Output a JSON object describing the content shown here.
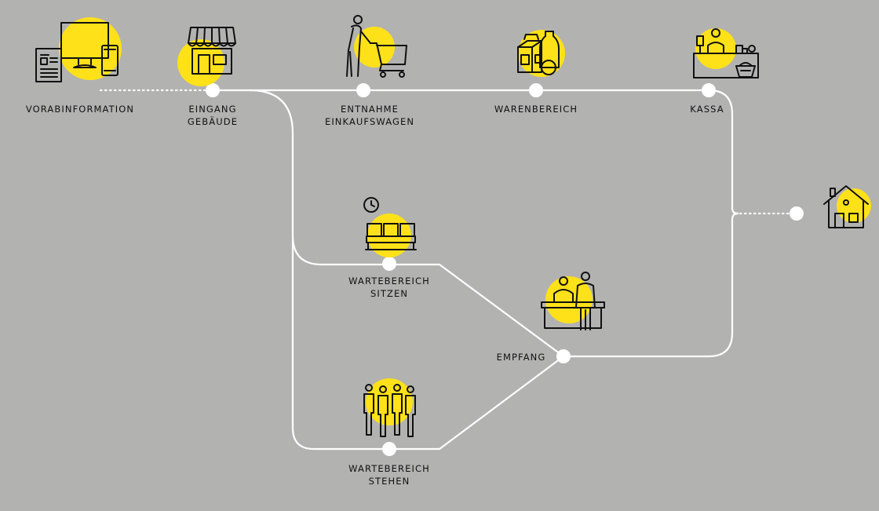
{
  "colors": {
    "background": "#b2b2b1",
    "path": "#ffffff",
    "accent": "#ffe119",
    "icon_stroke": "#111111"
  },
  "stations": [
    {
      "id": "vorabinformation",
      "icon": "devices-icon",
      "lines": [
        "VORABINFORMATION"
      ]
    },
    {
      "id": "eingang",
      "icon": "storefront-icon",
      "lines": [
        "EINGANG",
        "GEBÄUDE"
      ]
    },
    {
      "id": "entnahme",
      "icon": "shopping-cart-person-icon",
      "lines": [
        "ENTNAHME",
        "EINKAUFSWAGEN"
      ]
    },
    {
      "id": "warenbereich",
      "icon": "groceries-icon",
      "lines": [
        "WARENBEREICH"
      ]
    },
    {
      "id": "kassa",
      "icon": "checkout-counter-icon",
      "lines": [
        "KASSA"
      ]
    },
    {
      "id": "wartebereich-sitzen",
      "icon": "waiting-seats-clock-icon",
      "lines": [
        "WARTEBEREICH",
        "SITZEN"
      ]
    },
    {
      "id": "empfang",
      "icon": "reception-desk-icon",
      "lines": [
        "EMPFANG"
      ]
    },
    {
      "id": "wartebereich-stehen",
      "icon": "standing-queue-icon",
      "lines": [
        "WARTEBEREICH",
        "STEHEN"
      ]
    },
    {
      "id": "zuhause",
      "icon": "house-icon",
      "lines": []
    }
  ]
}
